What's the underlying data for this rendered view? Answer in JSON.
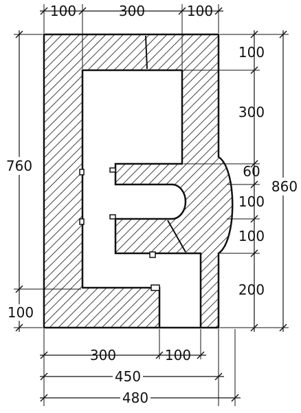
{
  "colors": {
    "ink": "#111111",
    "paper": "#ffffff"
  },
  "top_dims": [
    "100",
    "300",
    "100"
  ],
  "right_dims": [
    "100",
    "300",
    "60",
    "100",
    "100",
    "200"
  ],
  "right_overall": "860",
  "left_dims": [
    "760",
    "100"
  ],
  "bottom_dims": [
    "300",
    "100",
    "450",
    "480"
  ]
}
